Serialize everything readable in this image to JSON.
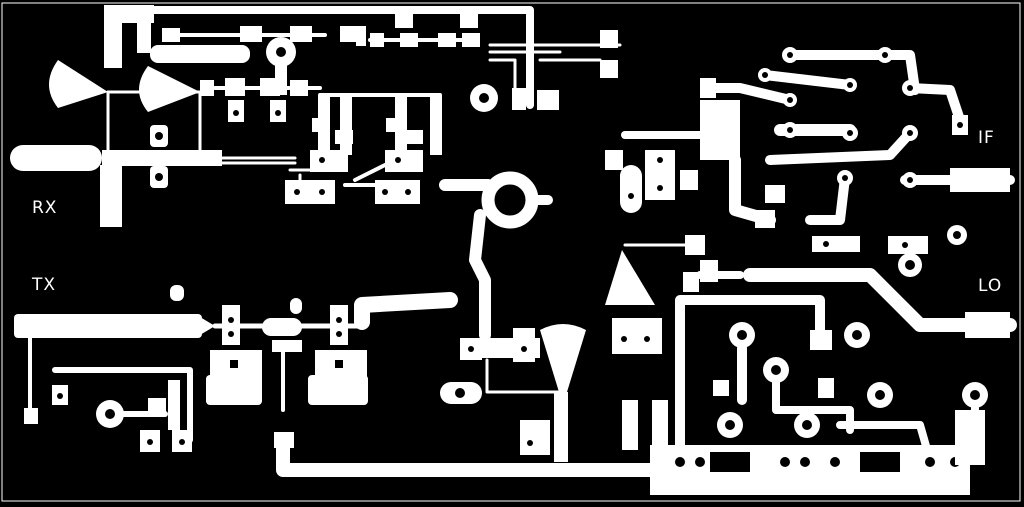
{
  "labels": {
    "rx": "RX",
    "tx": "TX",
    "if": "IF",
    "lo": "LO"
  },
  "colors": {
    "board": "#000000",
    "copper": "#ffffff",
    "outline": "#ffffff"
  }
}
